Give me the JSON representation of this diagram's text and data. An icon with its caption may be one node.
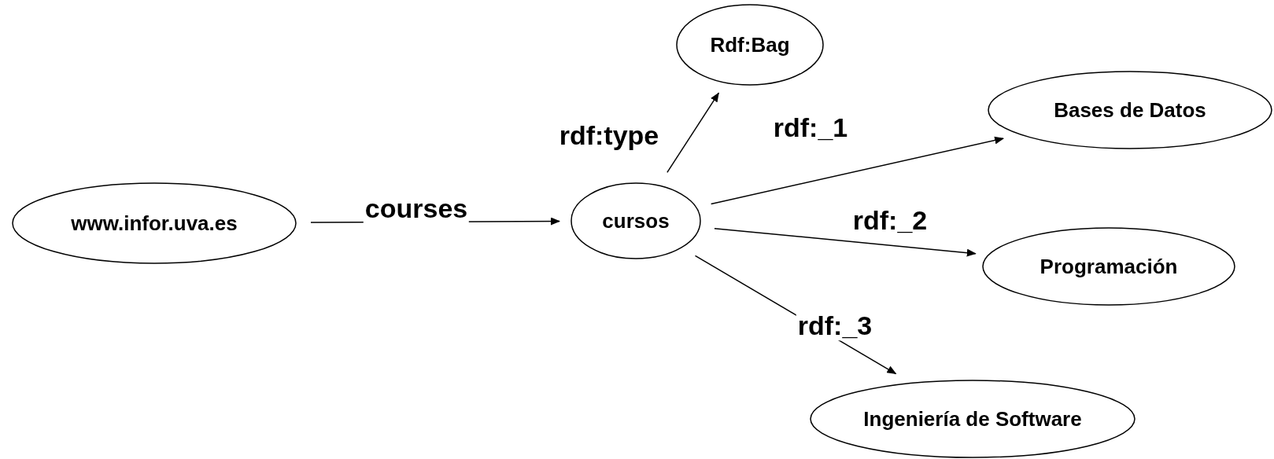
{
  "diagram": {
    "nodes": [
      {
        "text": [
          "www.infor.uva.es"
        ]
      },
      {
        "text": [
          "cursos"
        ]
      },
      {
        "text": [
          "Rdf:Bag"
        ]
      },
      {
        "text": [
          "Bases de Datos"
        ]
      },
      {
        "text": [
          "Programación"
        ]
      },
      {
        "text": [
          "Ingeniería de Software"
        ]
      }
    ],
    "edges": [
      {
        "from": 0,
        "to": 1,
        "arrow": "to",
        "label": "courses"
      },
      {
        "from": 1,
        "to": 2,
        "arrow": "to",
        "label": "rdf:type"
      },
      {
        "from": 1,
        "to": 3,
        "arrow": "to",
        "label": "rdf:_1"
      },
      {
        "from": 1,
        "to": 4,
        "arrow": "to",
        "label": "rdf:_2"
      },
      {
        "from": 1,
        "to": 5,
        "arrow": "to",
        "label": "rdf:_3"
      }
    ]
  }
}
